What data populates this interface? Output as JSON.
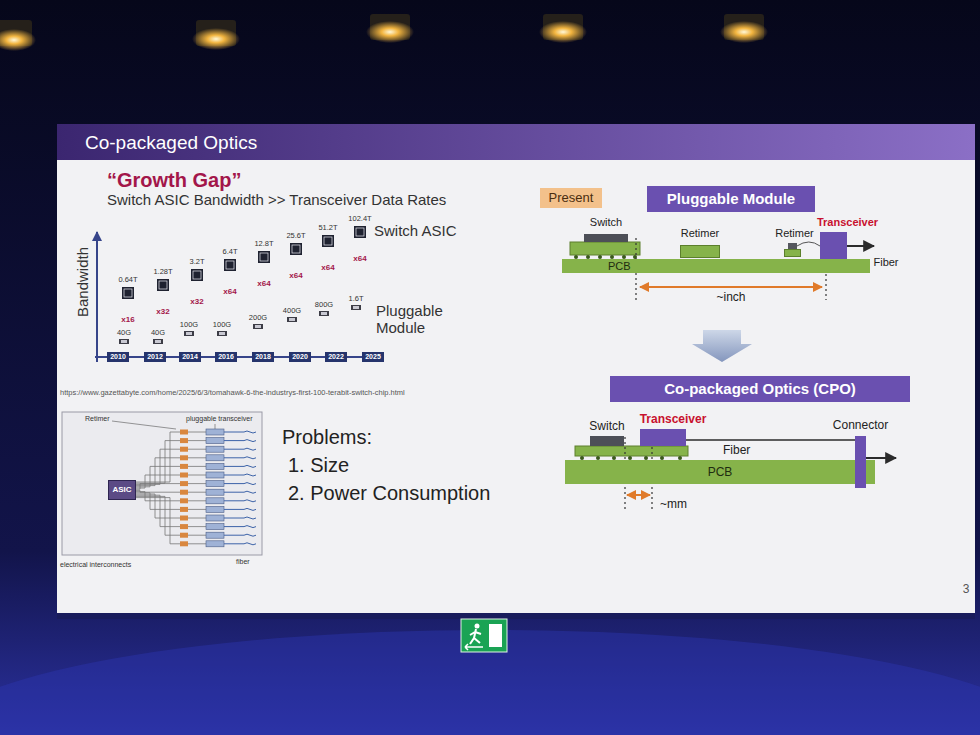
{
  "diagram": {
    "title": "Co-packaged Optics",
    "nodes": [
      {
        "text": [
          "2010"
        ]
      },
      {
        "text": [
          "2012"
        ]
      },
      {
        "text": [
          "2014"
        ]
      },
      {
        "text": [
          "2016"
        ]
      },
      {
        "text": [
          "2018"
        ]
      },
      {
        "text": [
          "2020"
        ]
      },
      {
        "text": [
          "2022"
        ]
      },
      {
        "text": [
          "2025"
        ]
      },
      {
        "text": [
          "ASIC"
        ]
      },
      {
        "text": [
          "Present"
        ]
      },
      {
        "text": [
          "Pluggable Module"
        ]
      },
      {
        "text": [
          "Switch"
        ]
      },
      {
        "text": [
          "Retimer"
        ]
      },
      {
        "text": [
          "Retimer"
        ]
      },
      {
        "text": [
          "Transceiver"
        ]
      },
      {
        "text": [
          "PCB"
        ]
      },
      {
        "text": [
          "Co-packaged Optics (CPO)"
        ]
      },
      {
        "text": [
          "Switch"
        ]
      },
      {
        "text": [
          "Transceiver"
        ]
      },
      {
        "text": [
          "Connector"
        ]
      },
      {
        "text": [
          "PCB"
        ]
      }
    ],
    "edges": [
      {
        "from": 18,
        "to": 19,
        "label": "Fiber",
        "arrow": "none"
      }
    ],
    "labels": [
      "“Growth Gap”",
      "Switch ASIC Bandwidth >> Transceiver Data Rates",
      "Bandwidth",
      "0.64T",
      "1.28T",
      "3.2T",
      "6.4T",
      "12.8T",
      "25.6T",
      "51.2T",
      "102.4T",
      "x16",
      "x32",
      "x32",
      "x64",
      "x64",
      "x64",
      "x64",
      "x64",
      "40G",
      "40G",
      "100G",
      "100G",
      "200G",
      "400G",
      "800G",
      "1.6T",
      "Switch ASIC",
      "Pluggable Module",
      "https://www.gazettabyte.com/home/2025/6/3/tomahawk-6-the-industrys-first-100-terabit-switch-chip.html",
      "Retimer",
      "pluggable transceiver",
      "electrical interconnects",
      "fiber",
      "Problems:",
      "1. Size",
      "2. Power Consumption",
      "Fiber",
      "~inch",
      "~mm",
      "3"
    ]
  }
}
